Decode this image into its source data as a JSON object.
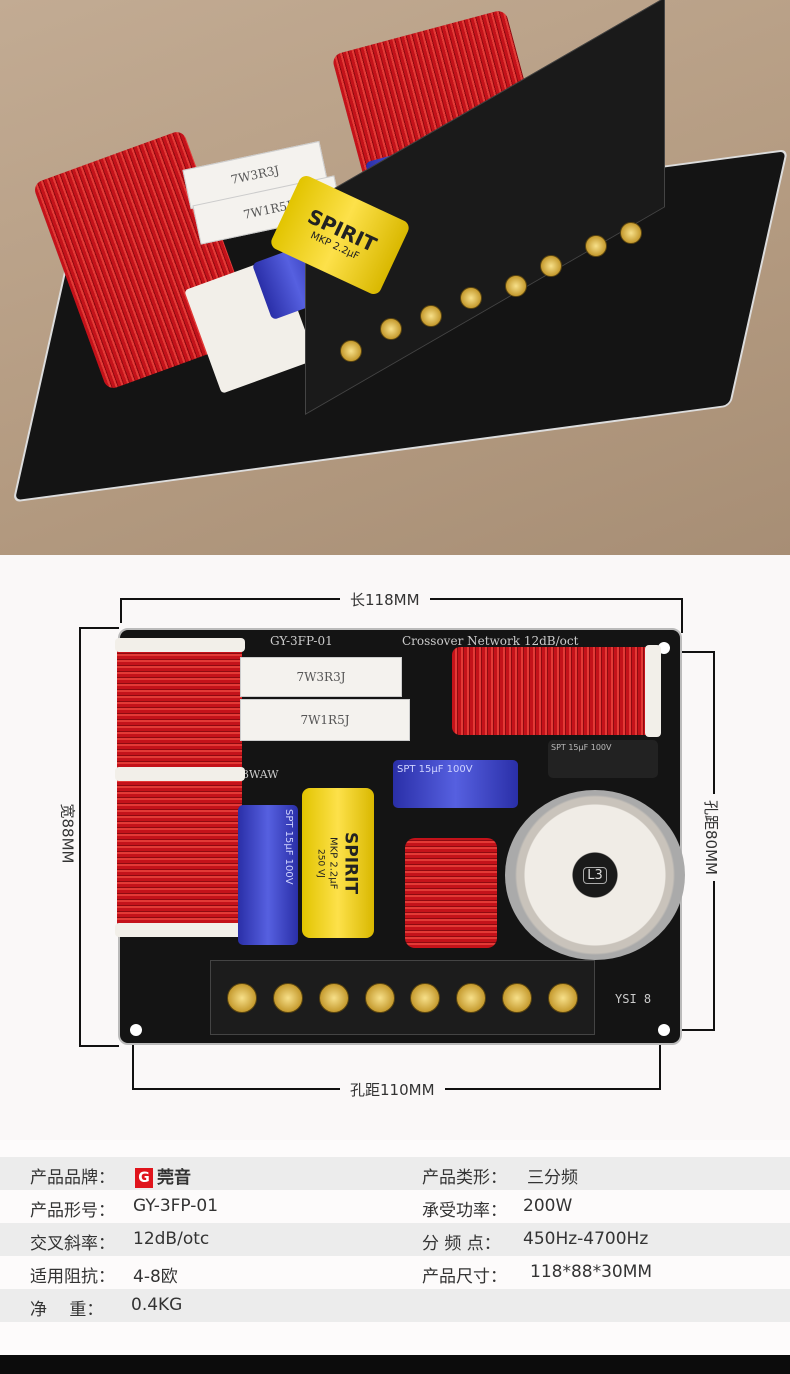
{
  "photo": {
    "resistor_labels": [
      "7W3R3J",
      "7W1R5J"
    ],
    "capacitor_brand": "SPIRIT",
    "capacitor_spec": "MKP 2.2μF"
  },
  "diagram": {
    "pcb_model": "GY-3FP-01",
    "pcb_title": "Crossover Network 12dB/oct",
    "resistor_labels": [
      "7W3R3J",
      "7W1R5J"
    ],
    "mark_3waw": "3WAW",
    "capacitor_brand": "SPIRIT",
    "capacitor_spec": "MKP 2.2μF",
    "capacitor_voltage": "250 VJ",
    "blue_cap_text": "SPT 15μF 100V",
    "coil_label": "L3",
    "board_mark": "YSI 8",
    "length_label": "长118MM",
    "width_label": "宽88MM",
    "hole_v_label": "孔距80MM",
    "hole_h_label": "孔距110MM"
  },
  "specs": {
    "rows": [
      {
        "l_label": "产品品牌：",
        "l_value": "莞音",
        "r_label": "产品类形：",
        "r_value": "三分频"
      },
      {
        "l_label": "产品形号：",
        "l_value": "GY-3FP-01",
        "r_label": "承受功率：",
        "r_value": "200W"
      },
      {
        "l_label": "交叉斜率：",
        "l_value": "12dB/otc",
        "r_label": "分 频 点：",
        "r_value": "450Hz-4700Hz"
      },
      {
        "l_label": "适用阻抗：",
        "l_value": "4-8欧",
        "r_label": "产品尺寸：",
        "r_value": "118*88*30MM"
      },
      {
        "l_label": "净　 重：",
        "l_value": "0.4KG"
      }
    ],
    "brand_logo_letter": "G",
    "brand_color": "#e0141c"
  }
}
